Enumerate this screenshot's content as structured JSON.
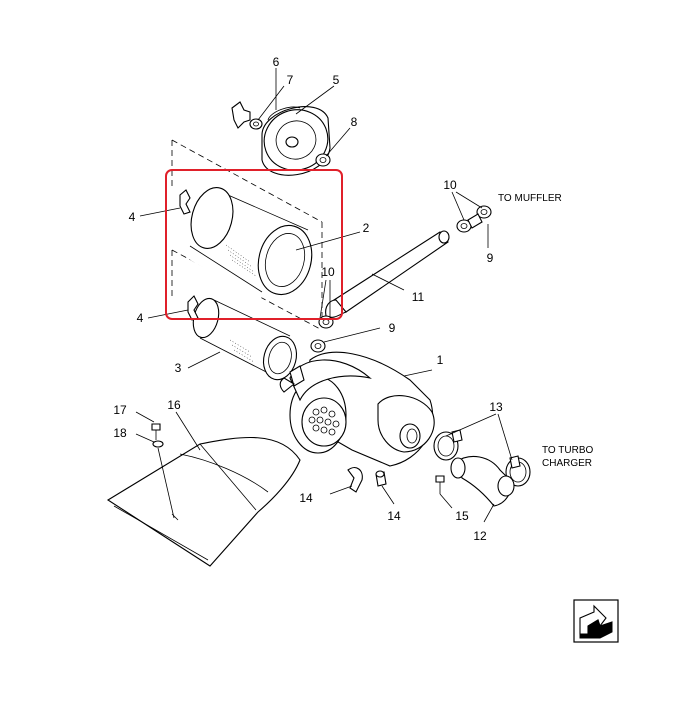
{
  "callouts": {
    "c1": "1",
    "c2": "2",
    "c3": "3",
    "c4a": "4",
    "c4b": "4",
    "c5": "5",
    "c6": "6",
    "c7": "7",
    "c8": "8",
    "c9a": "9",
    "c9b": "9",
    "c10a": "10",
    "c10b": "10",
    "c11": "11",
    "c12": "12",
    "c13": "13",
    "c14a": "14",
    "c14b": "14",
    "c15": "15",
    "c16": "16",
    "c17": "17",
    "c18": "18"
  },
  "notes": {
    "muffler": "TO MUFFLER",
    "turbo_line1": "TO TURBO",
    "turbo_line2": "CHARGER"
  },
  "colors": {
    "highlight": "#e0202a",
    "line": "#000000"
  },
  "icons": {
    "navigation": "arrow-icon"
  }
}
